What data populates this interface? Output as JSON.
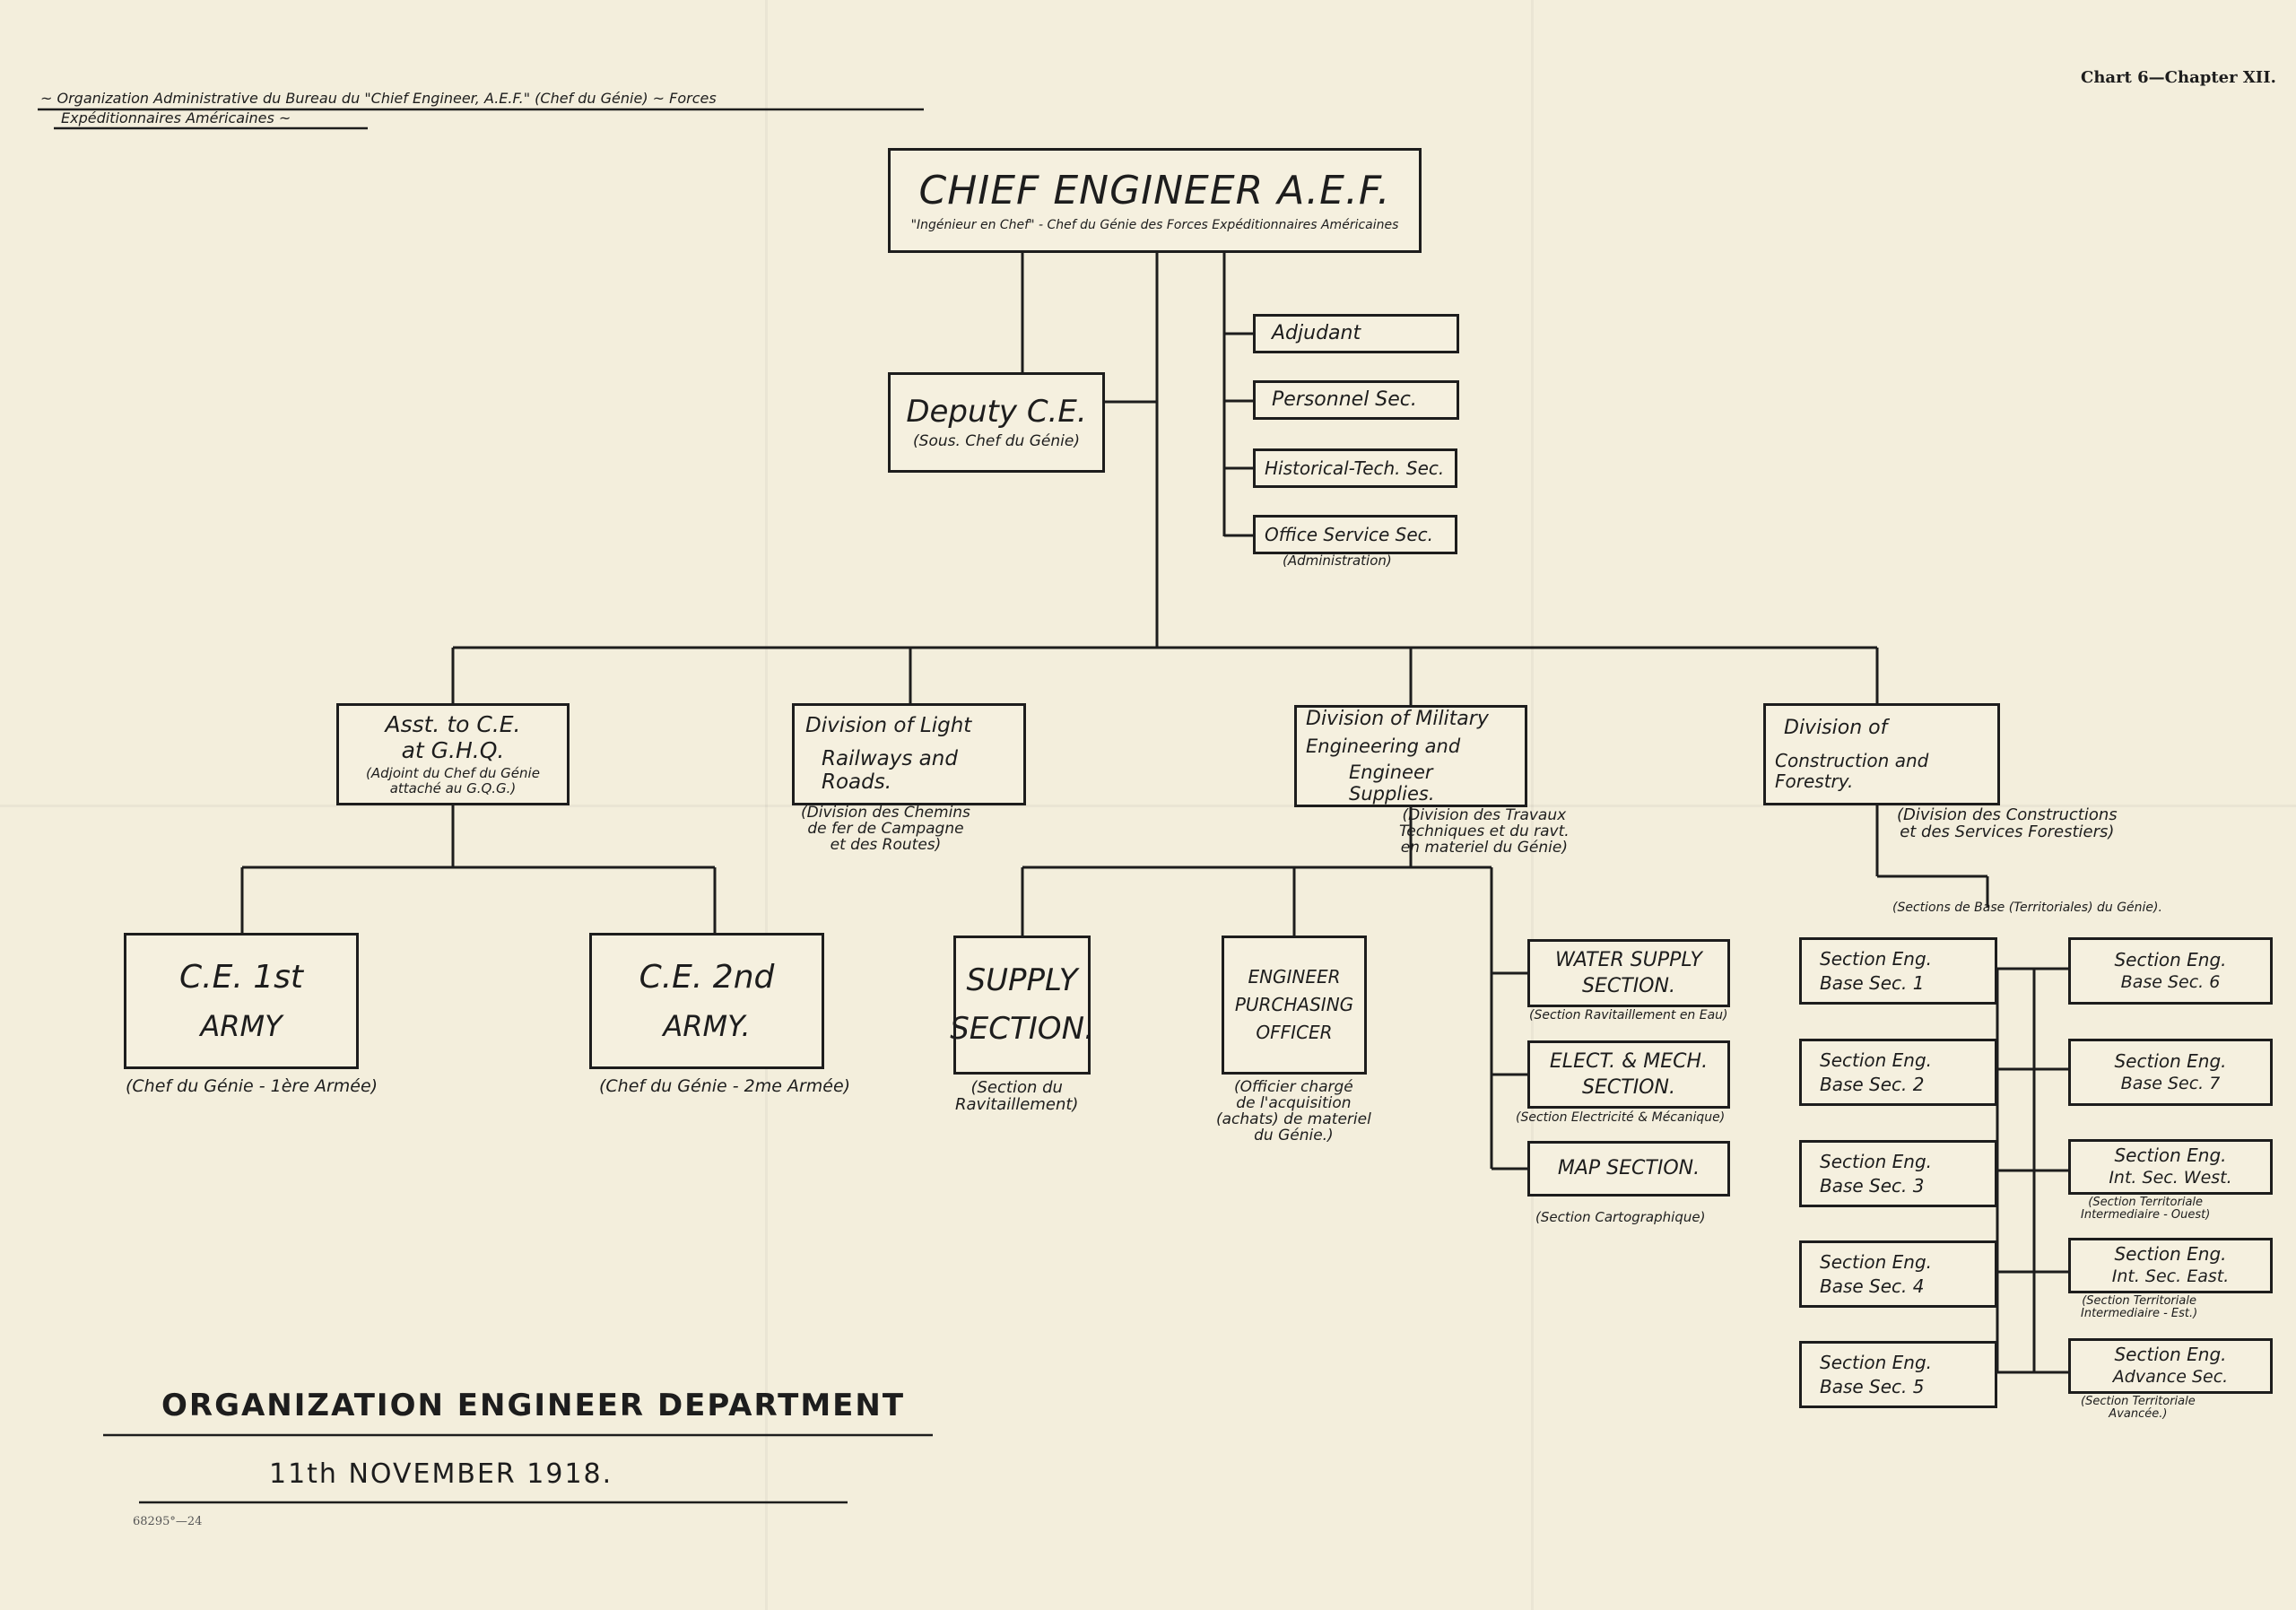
{
  "header": {
    "chart_label": "Chart 6—Chapter XII.",
    "french_title_line1": "~ Organization Administrative du Bureau du \"Chief Engineer, A.E.F.\" (Chef du Génie) ~ Forces",
    "french_title_line2": "Expéditionnaires Américaines ~"
  },
  "chief": {
    "title": "CHIEF ENGINEER A.E.F.",
    "subtitle": "\"Ingénieur en Chef\" - Chef du Génie des Forces Expéditionnaires Américaines"
  },
  "staff": {
    "adjudant": "Adjudant",
    "personnel": "Personnel Sec.",
    "historical": "Historical-Tech. Sec.",
    "office": "Office Service Sec.",
    "office_note": "(Administration)"
  },
  "deputy": {
    "title": "Deputy C.E.",
    "subtitle": "(Sous. Chef du Génie)"
  },
  "asst": {
    "line1": "Asst. to C.E.",
    "line2": "at G.H.Q.",
    "note1": "(Adjoint du Chef du Génie",
    "note2": "attaché au G.Q.G.)"
  },
  "railways": {
    "line1": "Division of Light",
    "line2": "Railways and Roads.",
    "note1": "(Division des Chemins",
    "note2": "de fer de Campagne",
    "note3": "et des Routes)"
  },
  "military": {
    "line1": "Division of Military",
    "line2": "Engineering and",
    "line3": "Engineer Supplies.",
    "note1": "(Division des Travaux",
    "note2": "Techniques et du ravt.",
    "note3": "en materiel du Génie)"
  },
  "construction": {
    "line1": "Division of",
    "line2": "Construction and Forestry.",
    "note1": "(Division des Constructions",
    "note2": "et des Services Forestiers)"
  },
  "armies": {
    "first_a": "C.E. 1st",
    "first_b": "ARMY",
    "first_note": "(Chef du Génie - 1ère Armée)",
    "second_a": "C.E. 2nd",
    "second_b": "ARMY.",
    "second_note": "(Chef du Génie - 2me Armée)"
  },
  "supply": {
    "line1": "SUPPLY",
    "line2": "SECTION.",
    "note1": "(Section du",
    "note2": "Ravitaillement)"
  },
  "purchasing": {
    "line1": "ENGINEER",
    "line2": "PURCHASING",
    "line3": "OFFICER",
    "note1": "(Officier chargé",
    "note2": "de l'acquisition",
    "note3": "(achats) de materiel",
    "note4": "du Génie.)"
  },
  "water": {
    "line1": "WATER SUPPLY",
    "line2": "SECTION.",
    "note": "(Section Ravitaillement en Eau)"
  },
  "elect": {
    "line1": "ELECT. & MECH.",
    "line2": "SECTION.",
    "note": "(Section Electricité & Mécanique)"
  },
  "map": {
    "label": "MAP SECTION.",
    "note": "(Section Cartographique)"
  },
  "sections_note": "(Sections de Base (Territoriales) du Génie).",
  "base_sections": [
    {
      "line1": "Section Eng.",
      "line2": "Base Sec. 1"
    },
    {
      "line1": "Section Eng.",
      "line2": "Base Sec. 2"
    },
    {
      "line1": "Section Eng.",
      "line2": "Base Sec. 3"
    },
    {
      "line1": "Section Eng.",
      "line2": "Base Sec. 4"
    },
    {
      "line1": "Section Eng.",
      "line2": "Base Sec. 5"
    }
  ],
  "right_sections": [
    {
      "line1": "Section Eng.",
      "line2": "Base Sec. 6",
      "note1": "",
      "note2": ""
    },
    {
      "line1": "Section Eng.",
      "line2": "Base Sec. 7",
      "note1": "",
      "note2": ""
    },
    {
      "line1": "Section Eng.",
      "line2": "Int. Sec. West.",
      "note1": "(Section Territoriale",
      "note2": "Intermediaire - Ouest)"
    },
    {
      "line1": "Section Eng.",
      "line2": "Int. Sec. East.",
      "note1": "(Section Territoriale",
      "note2": "Intermediaire - Est.)"
    },
    {
      "line1": "Section Eng.",
      "line2": "Advance Sec.",
      "note1": "(Section Territoriale",
      "note2": "Avancée.)"
    }
  ],
  "footer": {
    "title": "ORGANIZATION ENGINEER DEPARTMENT",
    "date": "11th NOVEMBER 1918.",
    "print_code": "68295°—24"
  }
}
